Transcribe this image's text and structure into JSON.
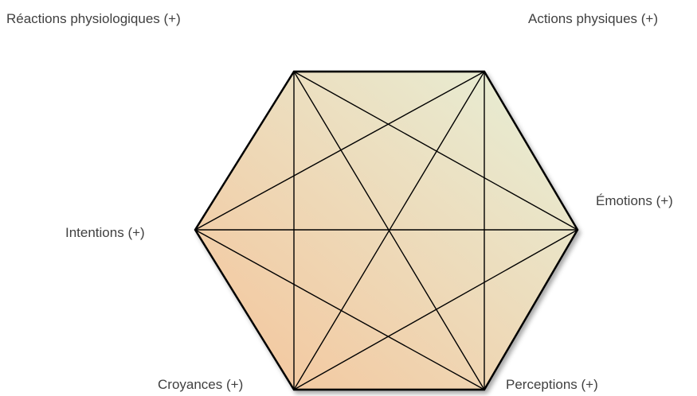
{
  "labels": {
    "reactions_physiologiques": "Réactions physiologiques (+)",
    "actions_physiques": "Actions physiques (+)",
    "emotions": "Émotions (+)",
    "intentions": "Intentions (+)",
    "croyances": "Croyances (+)",
    "perceptions": "Perceptions (+)"
  },
  "colors": {
    "fill_light": "#e6f0d8",
    "fill_dark": "#f5c49a",
    "stroke": "#000000",
    "label_text": "#404040"
  }
}
